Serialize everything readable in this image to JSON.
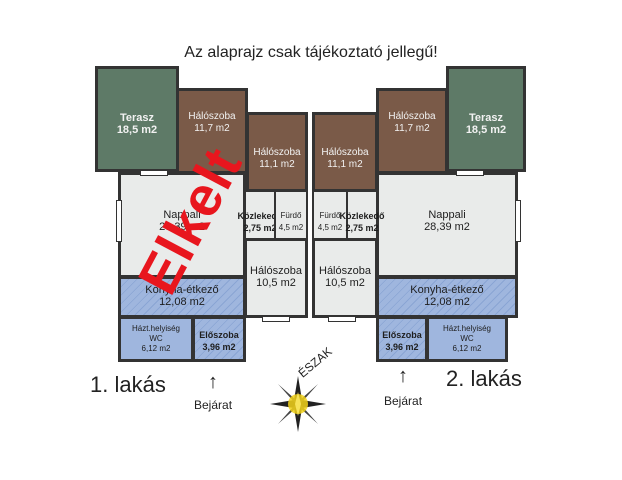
{
  "title": "Az alaprajz csak tájékoztató jellegű!",
  "stamp": "Elkelt",
  "north": "ÉSZAK",
  "units": {
    "left": {
      "name": "1. lakás",
      "entrance": "Bejárat",
      "terasz": {
        "name": "Terasz",
        "area": "18,5 m2"
      },
      "bed_top_outer": {
        "name": "Hálószoba",
        "area": "11,7 m2"
      },
      "bed_top_inner": {
        "name": "Hálószoba",
        "area": "11,1 m2"
      },
      "nappali": {
        "name": "Nappali",
        "area": "28,39 m2"
      },
      "kozlekedo": {
        "name": "Közlekedő",
        "area": "2,75 m2"
      },
      "furdo": {
        "name": "Fürdő",
        "area": "4,5 m2"
      },
      "bed_bottom": {
        "name": "Hálószoba",
        "area": "10,5 m2"
      },
      "konyha": {
        "name": "Konyha-étkező",
        "area": "12,08 m2"
      },
      "haztartasi": {
        "name": "Házt.helyiség",
        "name2": "WC",
        "area": "6,12 m2"
      },
      "eloszoba": {
        "name": "Előszoba",
        "area": "3,96 m2"
      }
    },
    "right": {
      "name": "2. lakás",
      "entrance": "Bejárat",
      "terasz": {
        "name": "Terasz",
        "area": "18,5 m2"
      },
      "bed_top_outer": {
        "name": "Hálószoba",
        "area": "11,7 m2"
      },
      "bed_top_inner": {
        "name": "Hálószoba",
        "area": "11,1 m2"
      },
      "nappali": {
        "name": "Nappali",
        "area": "28,39 m2"
      },
      "kozlekedo": {
        "name": "Közlekedő",
        "area": "2,75 m2"
      },
      "furdo": {
        "name": "Fürdő",
        "area": "4,5 m2"
      },
      "bed_bottom": {
        "name": "Hálószoba",
        "area": "10,5 m2"
      },
      "konyha": {
        "name": "Konyha-étkező",
        "area": "12,08 m2"
      },
      "haztartasi": {
        "name": "Házt.helyiség",
        "name2": "WC",
        "area": "6,12 m2"
      },
      "eloszoba": {
        "name": "Előszoba",
        "area": "3,96 m2"
      }
    }
  },
  "colors": {
    "terrace": "#5e7a67",
    "bedroom": "#7a5a48",
    "floor": "#e9ebea",
    "tile": "#9fb6de",
    "stamp": "#e8161e",
    "compass": "#f2d21a"
  }
}
